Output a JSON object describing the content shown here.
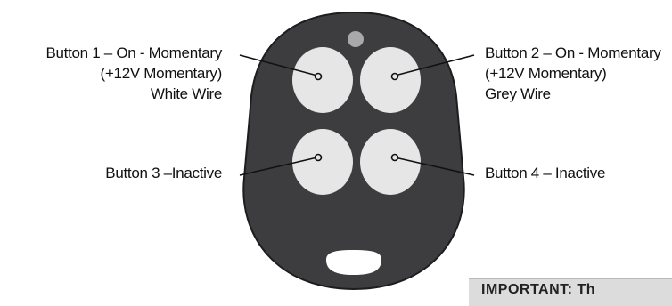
{
  "labels": {
    "button1": {
      "line1": "Button 1 – On  - Momentary",
      "line2": "(+12V Momentary)",
      "line3": "White Wire"
    },
    "button2": {
      "line1": "Button 2 – On - Momentary",
      "line2": "(+12V Momentary)",
      "line3": "Grey Wire"
    },
    "button3": {
      "line1": "Button 3 –Inactive"
    },
    "button4": {
      "line1": "Button 4 – Inactive"
    }
  },
  "note": {
    "text": "IMPORTANT: Th"
  },
  "colors": {
    "fob_body": "#3d3d3f",
    "fob_edge": "#1d1d1f",
    "button_fill": "#e6e6e6",
    "led": "#a9a9ab",
    "leader_line": "#111111"
  }
}
